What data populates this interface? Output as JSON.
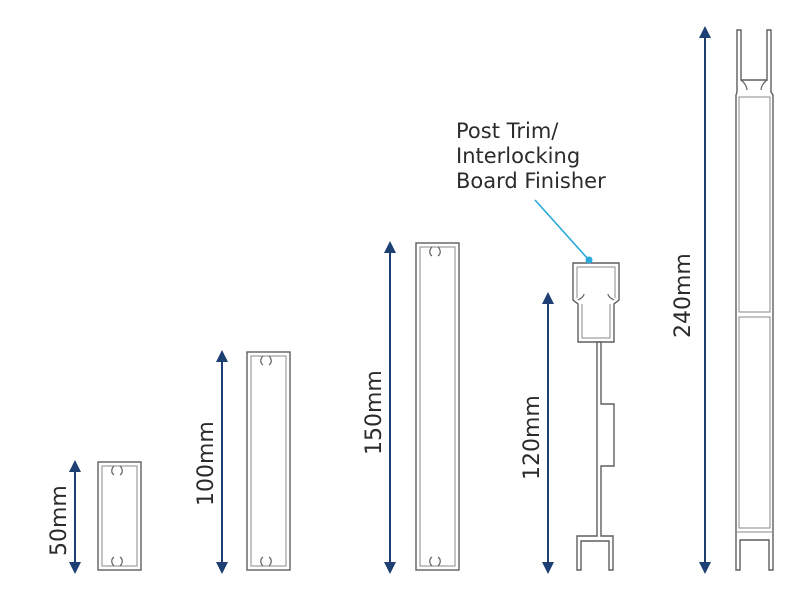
{
  "colors": {
    "arrow": "#1d3f73",
    "callout_leader": "#2aa8dc",
    "profile_stroke": "#5f5f5f",
    "text": "#2b2b2b"
  },
  "profiles": [
    {
      "id": "p50",
      "label": "50mm"
    },
    {
      "id": "p100",
      "label": "100mm"
    },
    {
      "id": "p150",
      "label": "150mm"
    },
    {
      "id": "p120",
      "label": "120mm"
    },
    {
      "id": "p240",
      "label": "240mm"
    }
  ],
  "callout": {
    "lines": [
      "Post Trim/",
      "Interlocking",
      "Board Finisher"
    ]
  }
}
